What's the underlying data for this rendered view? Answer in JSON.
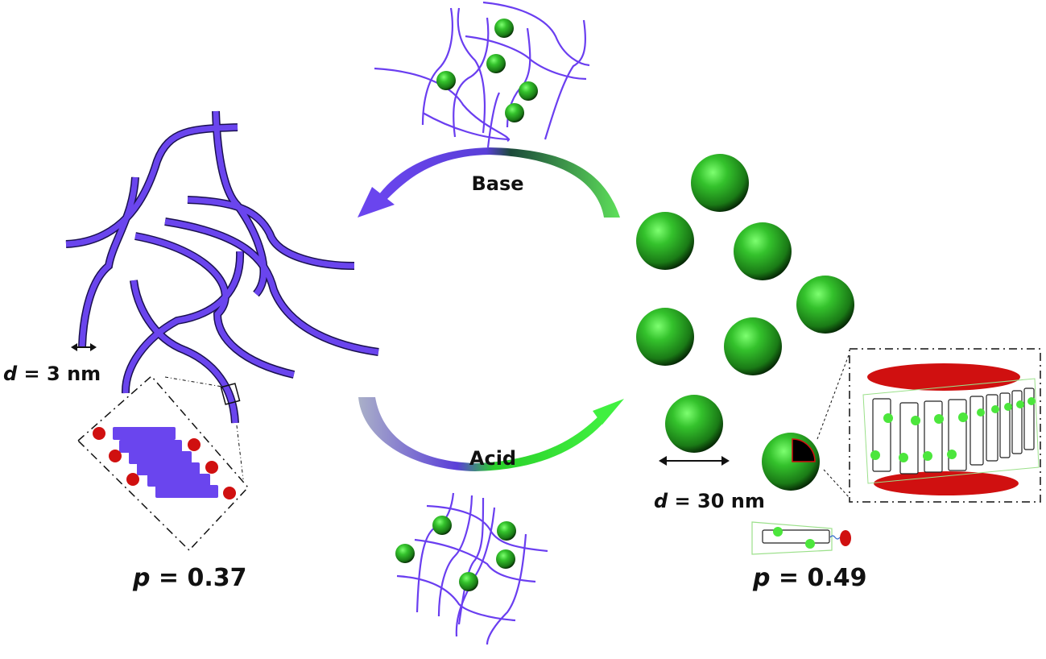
{
  "figure": {
    "left_state": {
      "name": "nanofibers",
      "diameter_label": {
        "var": "d",
        "text": " = 3 nm"
      },
      "packing_label": {
        "var": "p",
        "text": " = 0.37"
      },
      "fiber_color": "#6a45ee"
    },
    "right_state": {
      "name": "nanospheres",
      "diameter_label": {
        "var": "d",
        "text": " = 30 nm"
      },
      "packing_label": {
        "var": "p",
        "text": " = 0.49"
      },
      "sphere_color": "#2fa82a"
    },
    "top_arrow": {
      "label": "Base",
      "from_color": "#3fcf3a",
      "to_color": "#6a45ee"
    },
    "bottom_arrow": {
      "label": "Acid",
      "from_color": "#9aa3c8",
      "to_color": "#3ff23a"
    },
    "top_network": {
      "particles": 5
    },
    "bottom_network": {
      "particles": 5
    },
    "colors": {
      "fiber": "#6a45ee",
      "sphere": "#2fa82a",
      "headgroup": "#d01010",
      "inset_border": "#222222"
    }
  }
}
